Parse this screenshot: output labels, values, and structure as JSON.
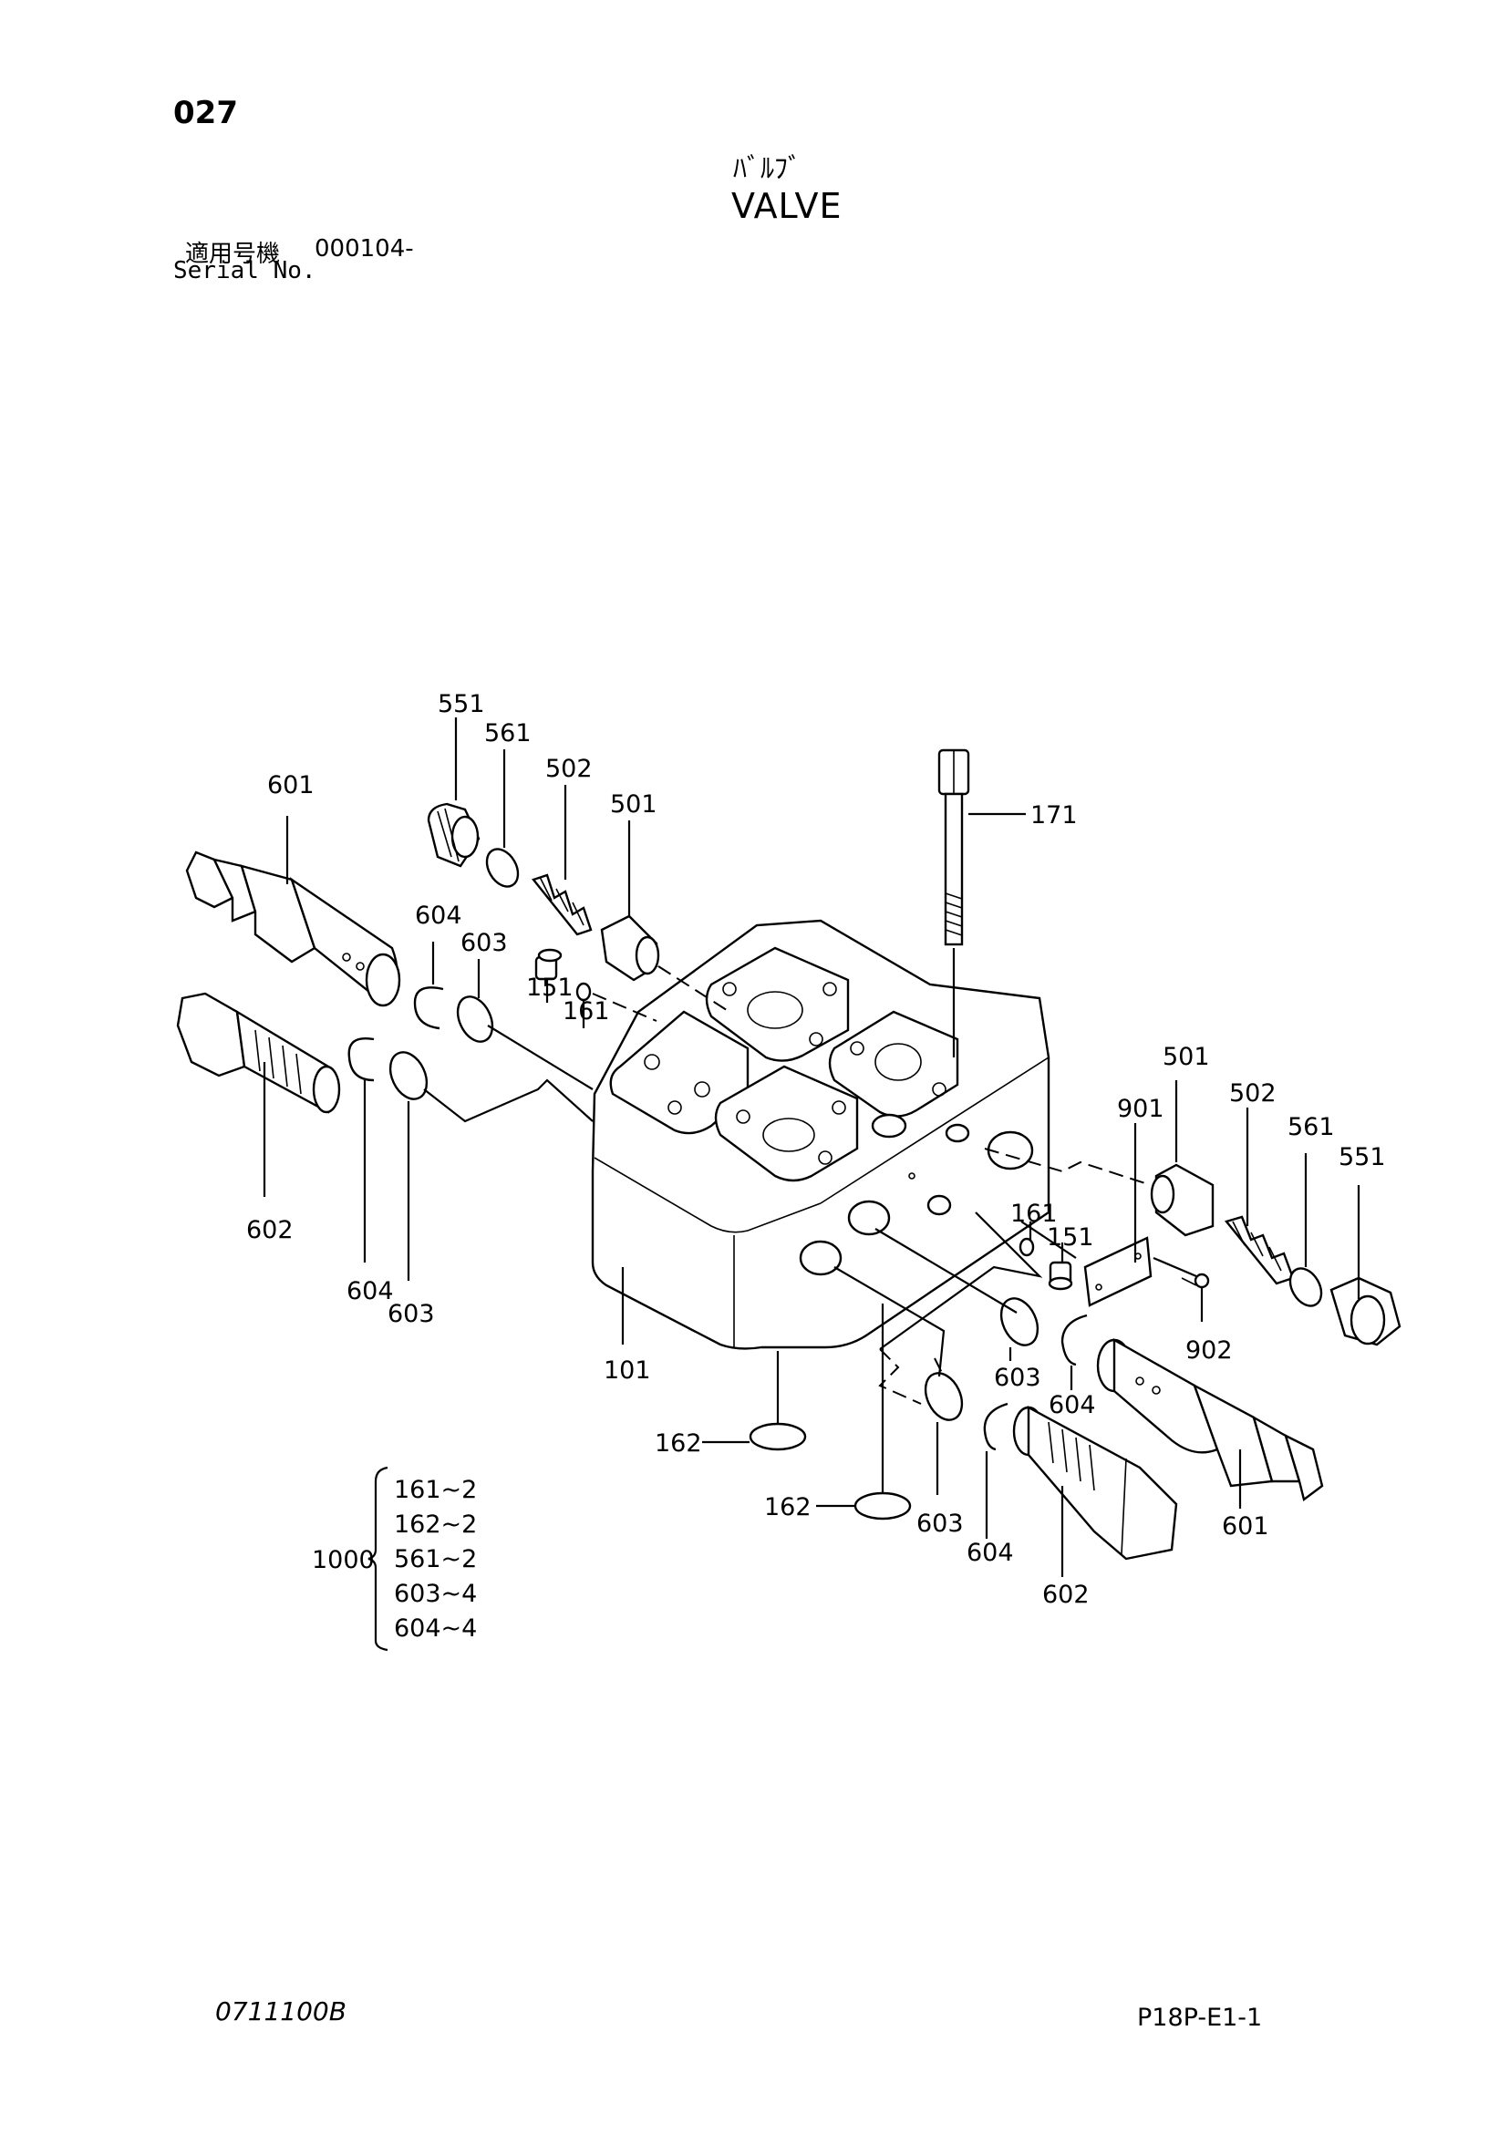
{
  "header": {
    "page_number": "027",
    "title_jp": "ﾊﾞﾙﾌﾞ",
    "title_en": "VALVE",
    "serial_label_jp": "適用号機",
    "serial_value": "000104-",
    "serial_label_en": "Serial No."
  },
  "callouts": {
    "c551a": "551",
    "c561a": "561",
    "c502a": "502",
    "c501a": "501",
    "c601a": "601",
    "c604a": "604",
    "c603a": "603",
    "c151a": "151",
    "c161a": "161",
    "c171": "171",
    "c602a": "602",
    "c604b": "604",
    "c603b": "603",
    "c101": "101",
    "c501b": "501",
    "c901": "901",
    "c502b": "502",
    "c561b": "561",
    "c551b": "551",
    "c161b": "161",
    "c151b": "151",
    "c902": "902",
    "c603c": "603",
    "c604c": "604",
    "c162a": "162",
    "c162b": "162",
    "c603d": "603",
    "c604d": "604",
    "c602b": "602",
    "c601b": "601"
  },
  "kit": {
    "label": "1000",
    "items": [
      "161~2",
      "162~2",
      "561~2",
      "603~4",
      "604~4"
    ]
  },
  "footer": {
    "doc_code": "0711100B",
    "page_code": "P18P-E1-1"
  }
}
